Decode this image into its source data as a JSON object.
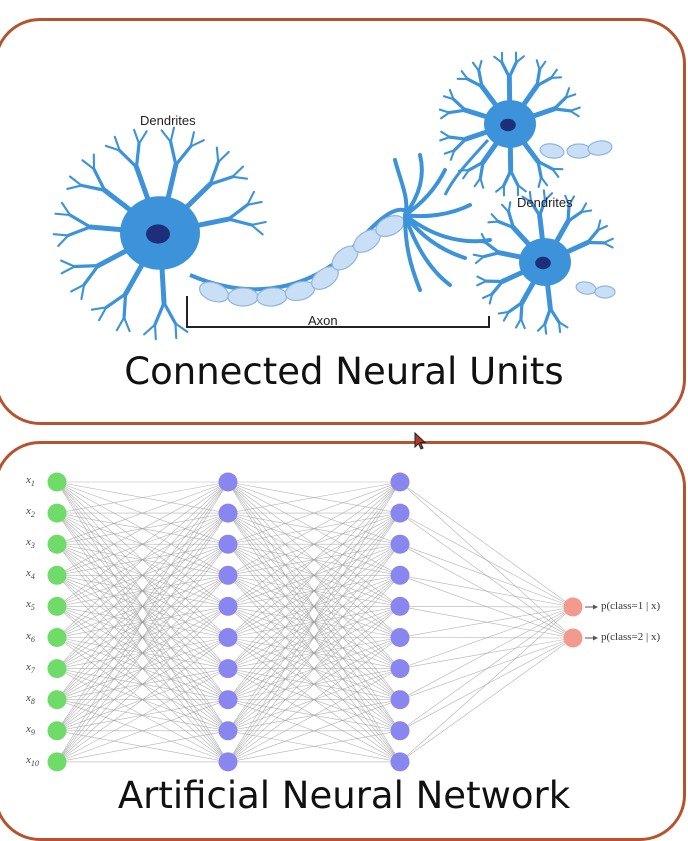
{
  "top_panel": {
    "caption": "Connected Neural Units",
    "labels": {
      "dendrites_left": "Dendrites",
      "dendrites_right": "Dendrites",
      "axon": "Axon"
    }
  },
  "bottom_panel": {
    "caption": "Artificial Neural Network",
    "input_labels": [
      "x1",
      "x2",
      "x3",
      "x4",
      "x5",
      "x6",
      "x7",
      "x8",
      "x9",
      "x10"
    ],
    "output_labels": [
      "p(class=1 | x)",
      "p(class=2 | x)"
    ],
    "layers": [
      10,
      10,
      10,
      2
    ],
    "colors": {
      "input": "#6fdc6a",
      "hidden": "#8a86f0",
      "output": "#f29a8e",
      "edge": "#9a9a9a",
      "neuron": "#3d93d9",
      "nucleus": "#1d2f7a",
      "myelin": "#c9dff5",
      "border": "#b5532f"
    }
  }
}
